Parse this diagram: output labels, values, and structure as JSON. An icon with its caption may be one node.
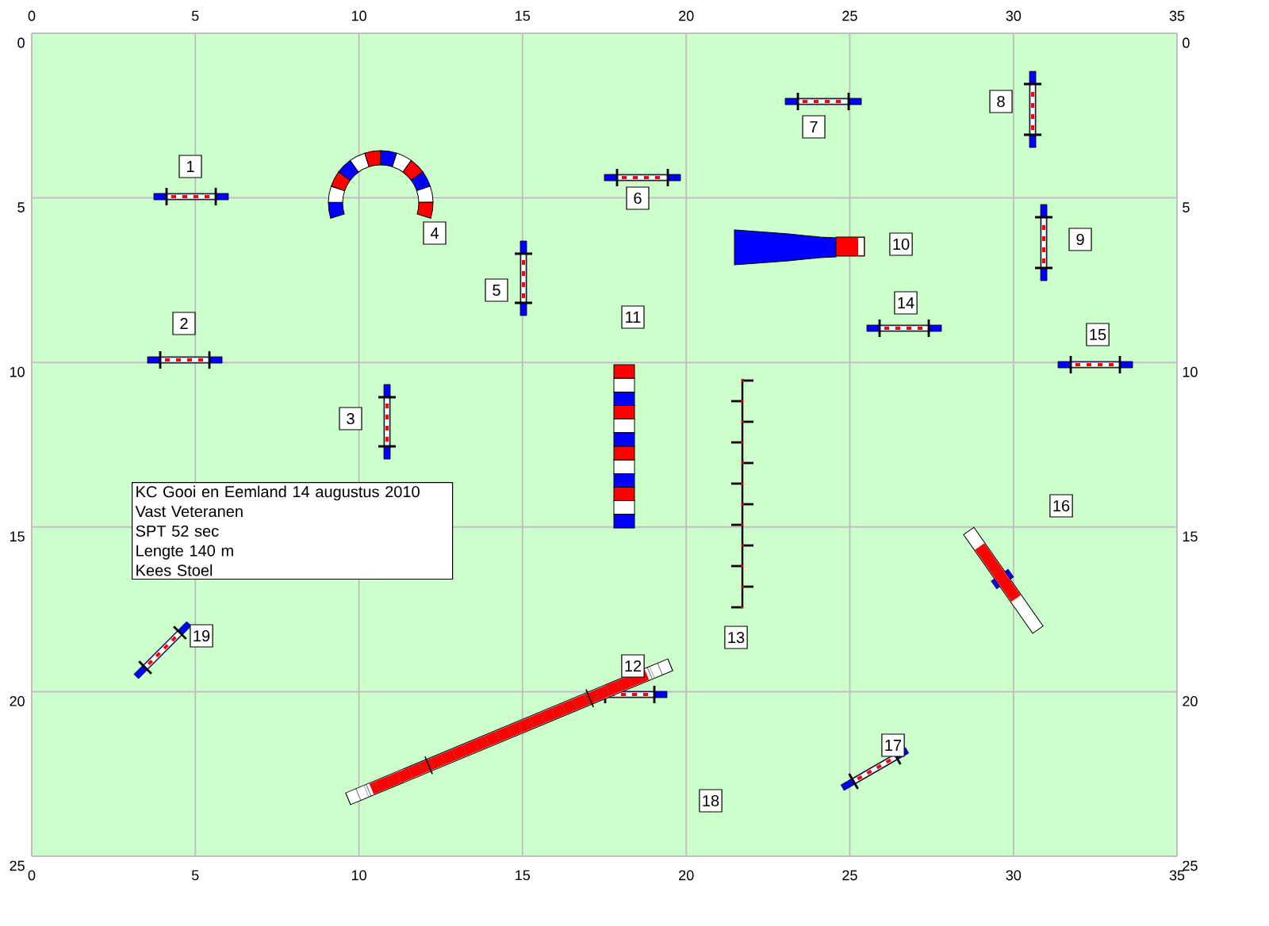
{
  "diagram": {
    "nodes": [
      {
        "text": [
          "1"
        ]
      },
      {
        "text": [
          "2"
        ]
      },
      {
        "text": [
          "3"
        ]
      },
      {
        "text": [
          "4"
        ]
      },
      {
        "text": [
          "5"
        ]
      },
      {
        "text": [
          "6"
        ]
      },
      {
        "text": [
          "7"
        ]
      },
      {
        "text": [
          "8"
        ]
      },
      {
        "text": [
          "9"
        ]
      },
      {
        "text": [
          "10"
        ]
      },
      {
        "text": [
          "11"
        ]
      },
      {
        "text": [
          "12"
        ]
      },
      {
        "text": [
          "13"
        ]
      },
      {
        "text": [
          "14"
        ]
      },
      {
        "text": [
          "15"
        ]
      },
      {
        "text": [
          "16"
        ]
      },
      {
        "text": [
          "17"
        ]
      },
      {
        "text": [
          "18"
        ]
      },
      {
        "text": [
          "19"
        ]
      },
      {
        "text": [
          "KC Gooi en Eemland 14 augustus 2010",
          "Vast Veteranen",
          "SPT 52 sec",
          "Lengte 140 m",
          "Kees Stoel"
        ]
      }
    ],
    "edges": [],
    "labels": [
      "0",
      "5",
      "10",
      "15",
      "20",
      "25",
      "30",
      "35",
      "0",
      "0",
      "5",
      "5",
      "10",
      "10",
      "15",
      "15",
      "20",
      "20",
      "25",
      "25",
      "0",
      "5",
      "10",
      "15",
      "20",
      "25",
      "30",
      "35"
    ]
  }
}
